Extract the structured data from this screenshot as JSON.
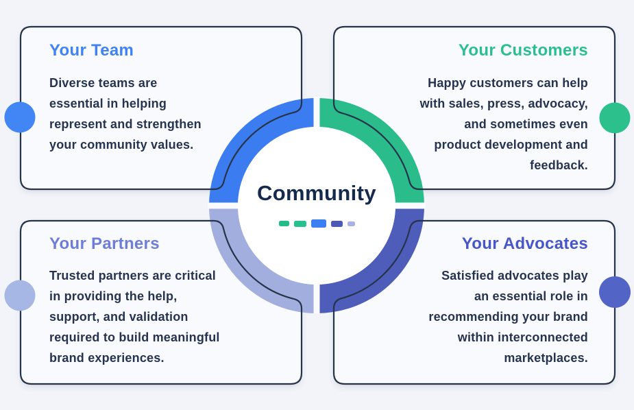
{
  "colors": {
    "background": "#f2f4f9",
    "card_fill": "#f8fafd",
    "outline": "#273349",
    "body_text": "#26334f",
    "center_text": "#152a4c",
    "ring": {
      "top_left": "#3b7df0",
      "top_right": "#2abc8a",
      "bottom_left": "#a2aedd",
      "bottom_right": "#4e5cba"
    },
    "dots": {
      "top_left": "#4285f4",
      "top_right": "#2bc08c",
      "bottom_left": "#a6b7e6",
      "bottom_right": "#5264c6"
    }
  },
  "center": {
    "label": "Community",
    "dashes": [
      "#22bd87",
      "#27c08f",
      "#3b7ff2",
      "#4c59b9",
      "#a9b1de"
    ]
  },
  "cards": {
    "team": {
      "title": "Your Team",
      "accent": "#3e82f4",
      "body": [
        "Diverse teams are",
        "essential in helping",
        "represent and strengthen",
        "your community values."
      ]
    },
    "customers": {
      "title": "Your Customers",
      "accent": "#2abf8d",
      "body": [
        "Happy customers can help",
        "with sales, press, advocacy,",
        "and sometimes even",
        "product development and",
        "feedback."
      ]
    },
    "partners": {
      "title": "Your Partners",
      "accent": "#6e7ed8",
      "body": [
        "Trusted partners are critical",
        "in providing the help,",
        "support, and validation",
        "required to build meaningful",
        "brand experiences."
      ]
    },
    "advocates": {
      "title": "Your Advocates",
      "accent": "#4756c8",
      "body": [
        "Satisfied advocates play",
        "an essential role in",
        "recommending your brand",
        "within interconnected",
        "marketplaces."
      ]
    }
  }
}
